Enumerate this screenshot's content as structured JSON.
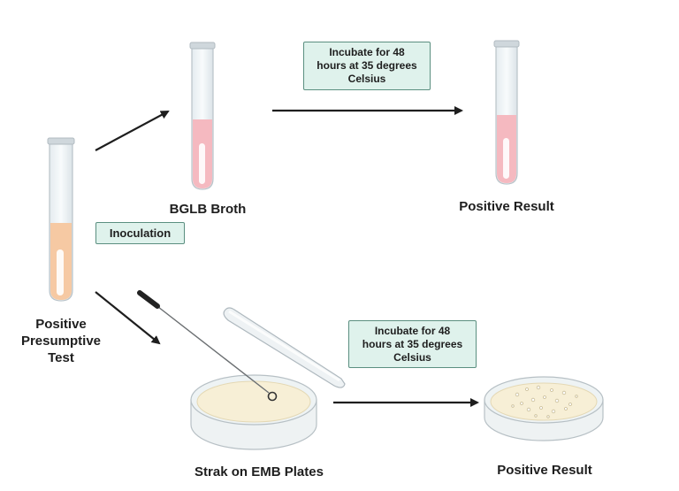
{
  "labels": {
    "bglb_broth": "BGLB Broth",
    "positive_result_top": "Positive Result",
    "positive_result_bottom": "Positive Result",
    "presumptive_line1": "Positive",
    "presumptive_line2": "Presumptive",
    "presumptive_line3": "Test",
    "strak": "Strak on EMB Plates",
    "inoculation": "Inoculation"
  },
  "incubate_top": [
    "Incubate for 48",
    "hours at 35 degrees",
    "Celsius"
  ],
  "incubate_bottom": [
    "Incubate for 48",
    "hours at 35 degrees",
    "Celsius"
  ],
  "colors": {
    "orange_broth": "#f6c9a3",
    "pink_broth": "#f5b9c0",
    "agar": "#f7efd6",
    "box_fill": "#dff2ec",
    "box_border": "#5b8f80",
    "arrow": "#1e1e1e"
  }
}
